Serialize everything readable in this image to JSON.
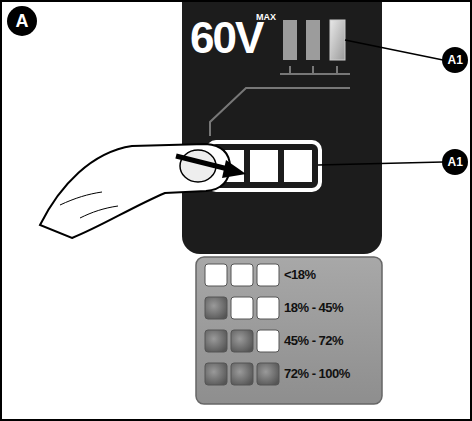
{
  "diagram": {
    "labels": [
      "A",
      "60V",
      "MAX",
      "A1",
      "A1"
    ],
    "legend": [
      {
        "text": "<18%"
      },
      {
        "text": "18% - 45%"
      },
      {
        "text": "45% - 72%"
      },
      {
        "text": "72% - 100%"
      }
    ]
  }
}
